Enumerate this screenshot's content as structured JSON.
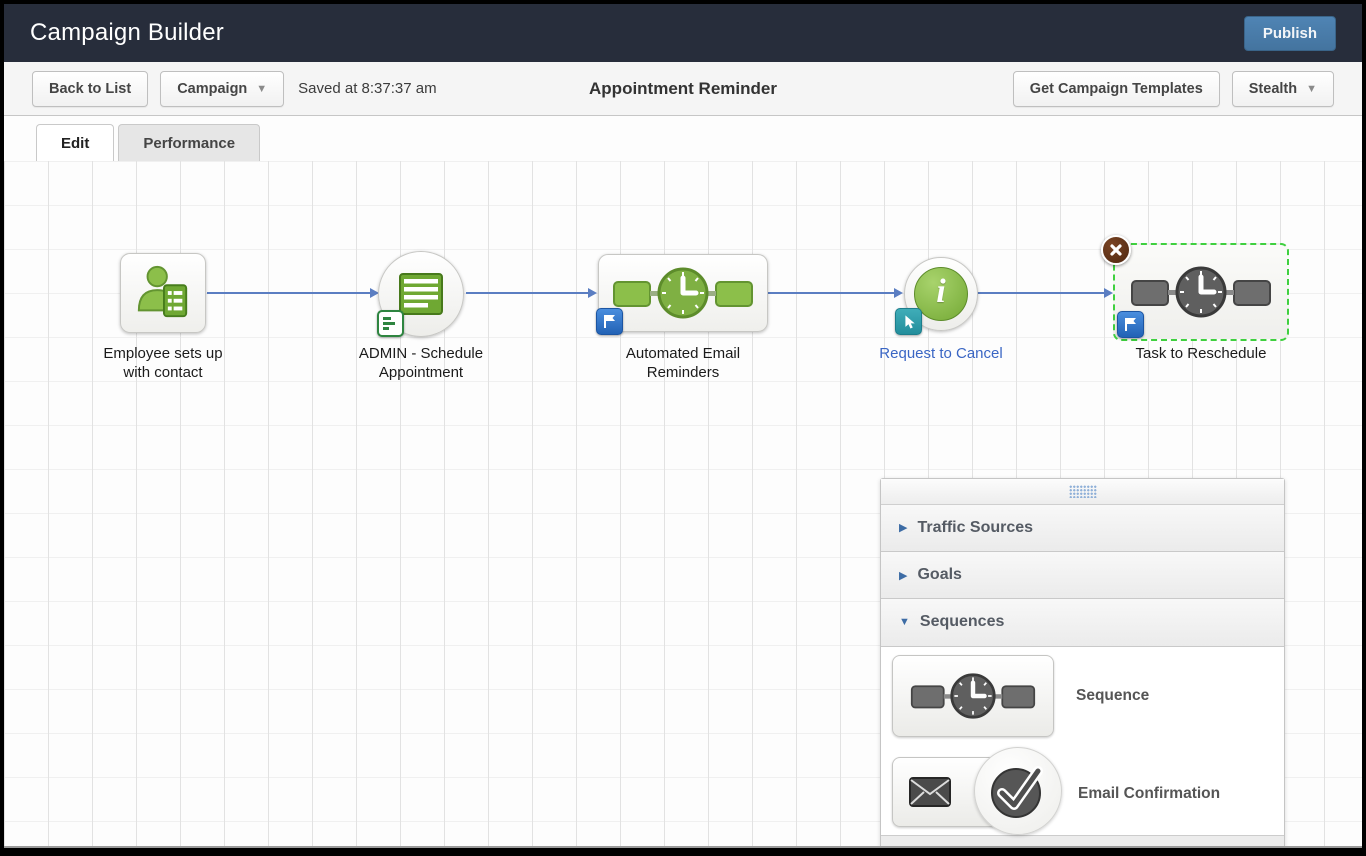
{
  "navbar": {
    "title": "Campaign Builder",
    "publish_label": "Publish"
  },
  "toolbar": {
    "back_to_list_label": "Back to List",
    "campaign_dropdown_label": "Campaign",
    "saved_status": "Saved at 8:37:37 am",
    "campaign_title": "Appointment Reminder",
    "get_templates_label": "Get Campaign Templates",
    "stealth_dropdown_label": "Stealth"
  },
  "tabs": {
    "edit": "Edit",
    "performance": "Performance"
  },
  "canvas": {
    "nodes": [
      {
        "label": "Employee sets up with contact",
        "icon": "person-with-list-icon"
      },
      {
        "label": "ADMIN - Schedule Appointment",
        "icon": "appointment-form-icon",
        "badge_icon": "form-badge-icon"
      },
      {
        "label": "Automated Email Reminders",
        "icon": "sequence-clock-green-icon",
        "badge_icon": "flag-badge-icon"
      },
      {
        "label": "Request to Cancel",
        "icon": "info-icon",
        "badge_icon": "cursor-badge-icon"
      },
      {
        "label": "Task to Reschedule",
        "icon": "sequence-clock-gray-icon",
        "badge_icon": "flag-badge-icon",
        "selected": true,
        "delete_icon": "close-x-icon"
      }
    ]
  },
  "palette": {
    "sections": [
      {
        "label": "Traffic Sources",
        "expanded": false
      },
      {
        "label": "Goals",
        "expanded": false
      },
      {
        "label": "Sequences",
        "expanded": true
      }
    ],
    "items": [
      {
        "label": "Sequence",
        "icon": "sequence-clock-gray-icon"
      },
      {
        "label": "Email Confirmation",
        "icon": "email-check-icon"
      }
    ]
  },
  "colors": {
    "navbar_bg": "#272d3b",
    "publish_blue": "#4a7dad",
    "arrow_blue": "#5b7ec2",
    "node_green": "#8cbf4a",
    "selection_green": "#3fd03f",
    "flag_badge_blue": "#2f6fc4",
    "cursor_badge_teal": "#2f9fae",
    "delete_badge_brown": "#5c3018"
  }
}
